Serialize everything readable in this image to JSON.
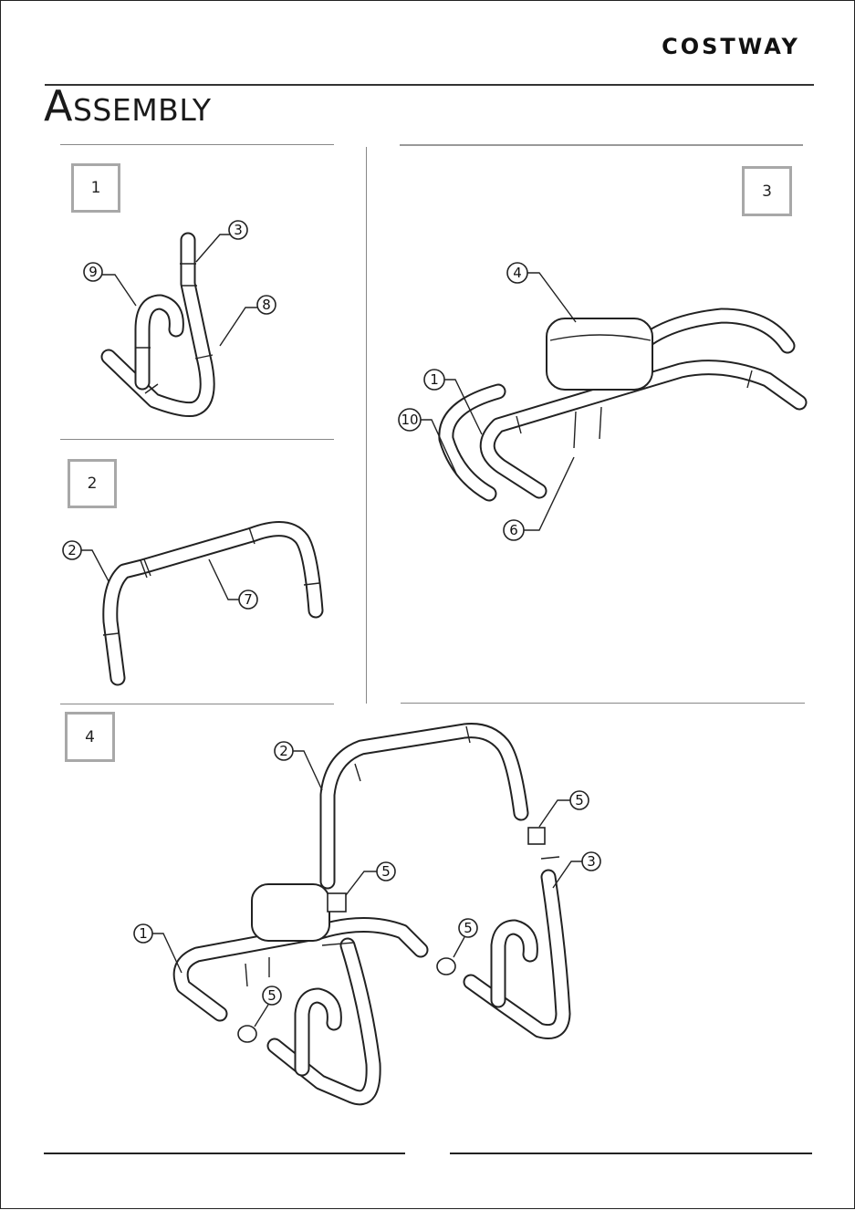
{
  "header": {
    "brand": "COSTWAY"
  },
  "section": {
    "title_first": "A",
    "title_rest": "SSEMBLY"
  },
  "steps": [
    {
      "label": "1"
    },
    {
      "label": "2"
    },
    {
      "label": "3"
    },
    {
      "label": "4"
    }
  ],
  "callouts": {
    "step1": [
      "3",
      "9",
      "8"
    ],
    "step2": [
      "2",
      "7"
    ],
    "step3": [
      "4",
      "1",
      "10",
      "6"
    ],
    "step4": [
      "2",
      "5",
      "3",
      "5",
      "1",
      "5",
      "5"
    ]
  }
}
